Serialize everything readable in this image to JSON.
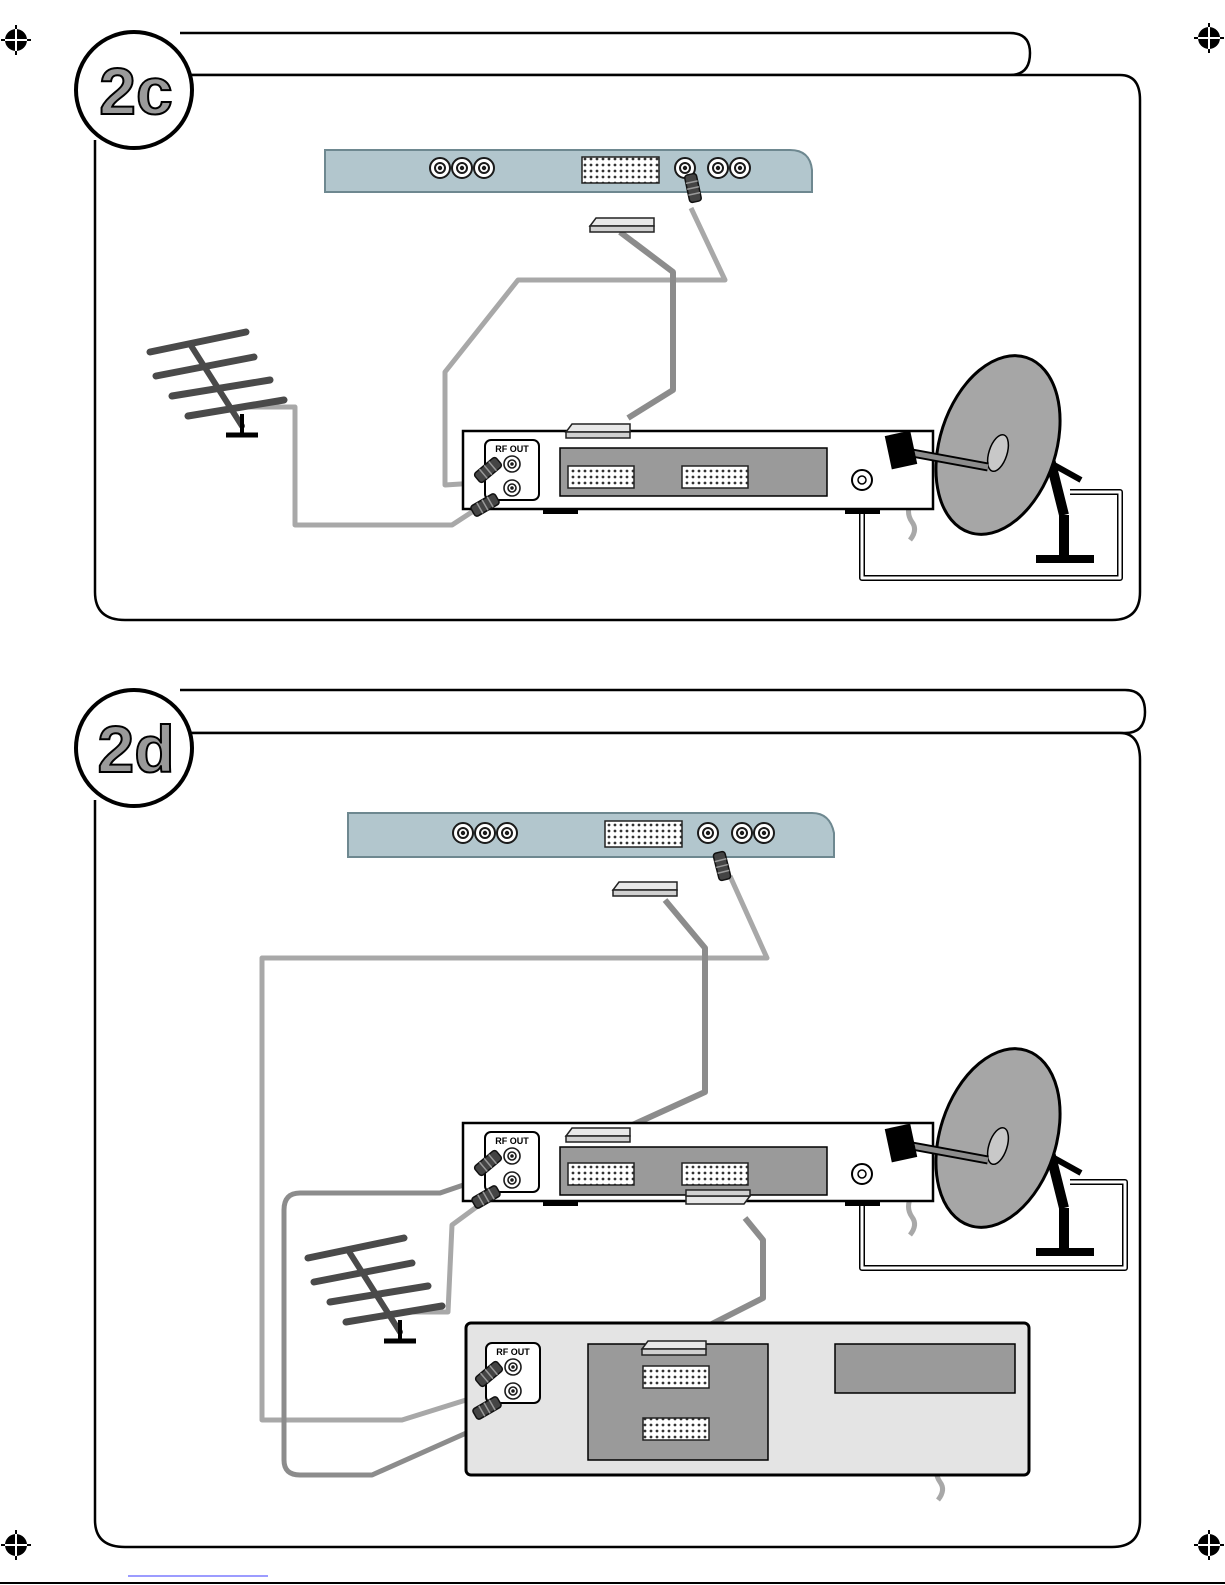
{
  "panels": [
    {
      "badge": "2c",
      "devices": {
        "receiver": {
          "rf_out_label": "RF OUT"
        }
      }
    },
    {
      "badge": "2d",
      "devices": {
        "receiver": {
          "rf_out_label": "RF OUT"
        },
        "vcr": {
          "rf_out_label": "RF OUT"
        }
      }
    }
  ],
  "colors": {
    "tv_panel": "#b2c6cd",
    "cable_light": "#a8a8a8",
    "cable_mid": "#8c8c8c",
    "device_front": "#9a9a9a",
    "vcr_body": "#e4e4e4",
    "dish": "#a6a6a6",
    "antenna": "#4a4a4a",
    "outline": "#000000"
  }
}
